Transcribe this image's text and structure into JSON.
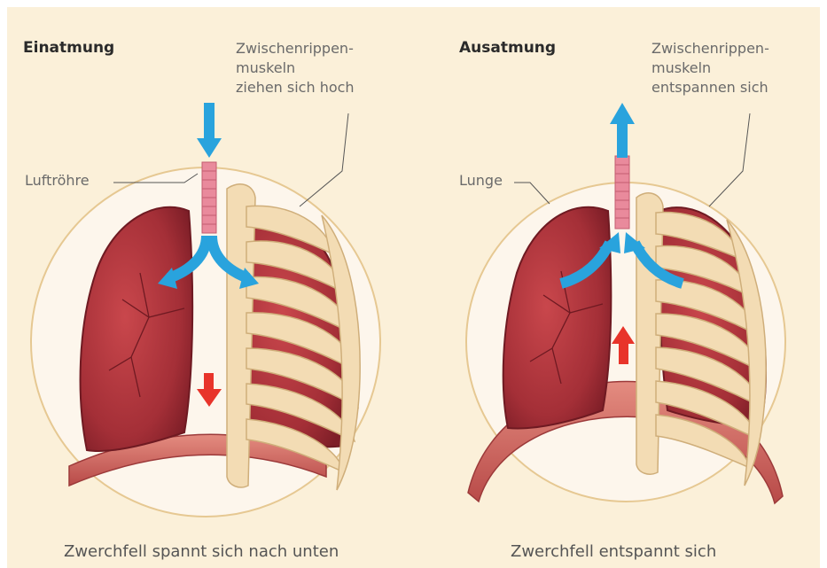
{
  "left_panel": {
    "title": "Einatmung",
    "muscle_label": [
      "Zwischenrippen-",
      "muskeln",
      "ziehen sich hoch"
    ],
    "airway_label": "Luftröhre",
    "caption": "Zwerchfell spannt sich nach unten"
  },
  "right_panel": {
    "title": "Ausatmung",
    "muscle_label": [
      "Zwischenrippen-",
      "muskeln",
      "entspannen sich"
    ],
    "lung_label": "Lunge",
    "caption": "Zwerchfell entspannt sich"
  },
  "colors": {
    "background": "#fbf0d9",
    "lung": "#b3363d",
    "lung_dark": "#8a222b",
    "rib": "#f3dcb4",
    "diaphragm": "#d8706a",
    "airflow_arrow": "#29a3dd",
    "diaphragm_arrow": "#e8342a",
    "trachea": "#e98a9c"
  }
}
